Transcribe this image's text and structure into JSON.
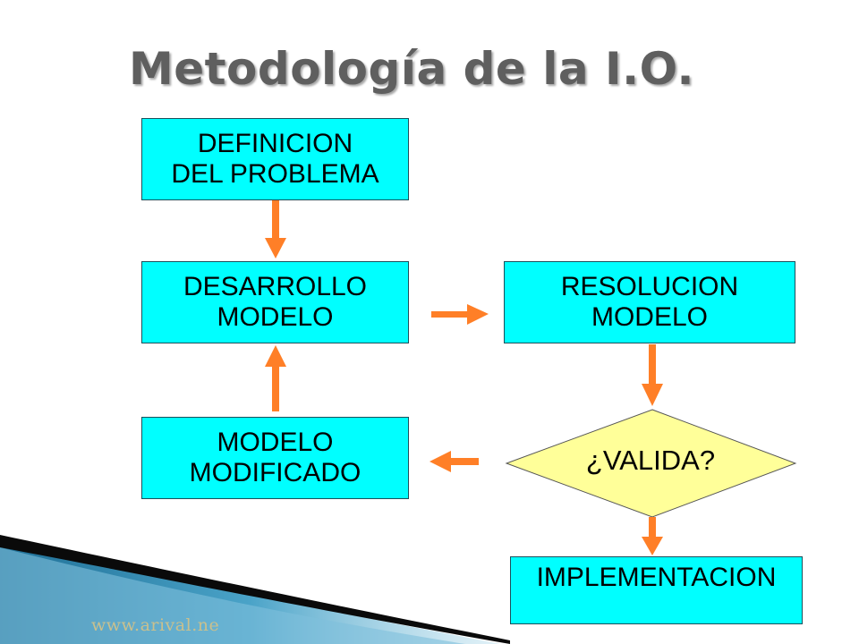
{
  "title": "Metodología de la I.O.",
  "boxes": {
    "definicion": "DEFINICION\nDEL PROBLEMA",
    "desarrollo": "DESARROLLO\nMODELO",
    "resolucion": "RESOLUCION\nMODELO",
    "modificado": "MODELO\nMODIFICADO",
    "implementacion": "IMPLEMENTACION"
  },
  "decision": "¿VALIDA?",
  "watermark": "www.arival.ne",
  "colors": {
    "box_fill": "#00ffff",
    "decision_fill": "#ffff99",
    "arrow": "#ff7f27",
    "title": "#5f5f5f",
    "swoosh_dark": "#0a0a0a",
    "swoosh_blue": "#2f7ea6"
  }
}
